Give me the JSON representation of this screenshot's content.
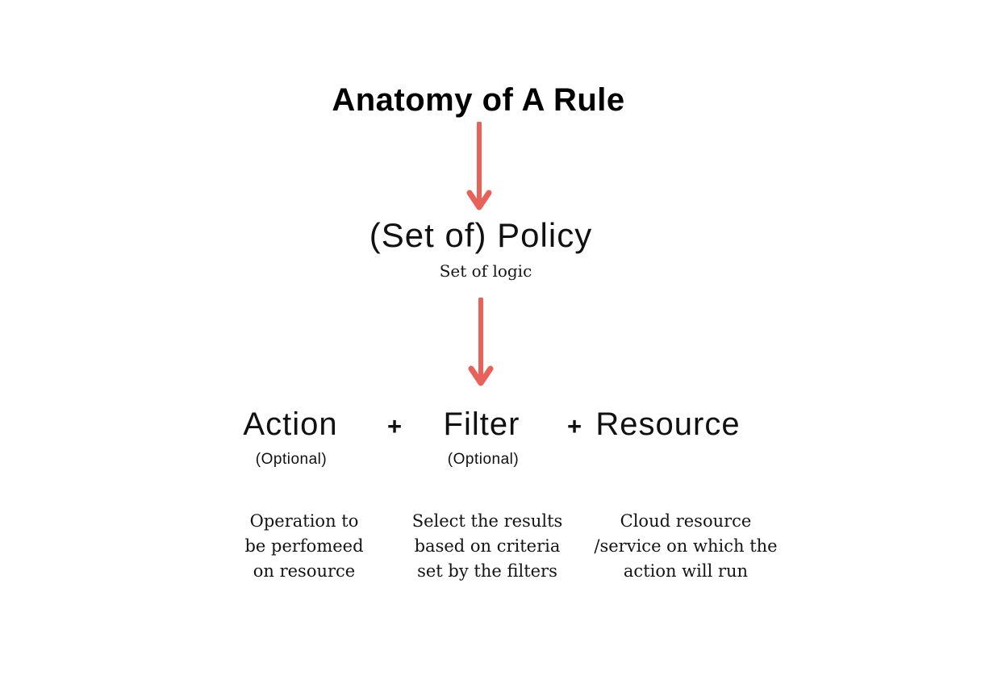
{
  "title": "Anatomy of A Rule",
  "policy": {
    "label": "(Set of) Policy",
    "sublabel": "Set of logic"
  },
  "plus_sign": "+",
  "components": [
    {
      "label": "Action",
      "note": "(Optional)",
      "description": "Operation to\nbe perfomeed\non resource"
    },
    {
      "label": "Filter",
      "note": "(Optional)",
      "description": "Select the results\nbased on criteria\nset by the filters"
    },
    {
      "label": "Resource",
      "note": "",
      "description": "Cloud resource\n/service on which the\naction will run"
    }
  ],
  "colors": {
    "arrow": "#E8625A",
    "text": "#111111",
    "background": "#FFFFFF"
  }
}
